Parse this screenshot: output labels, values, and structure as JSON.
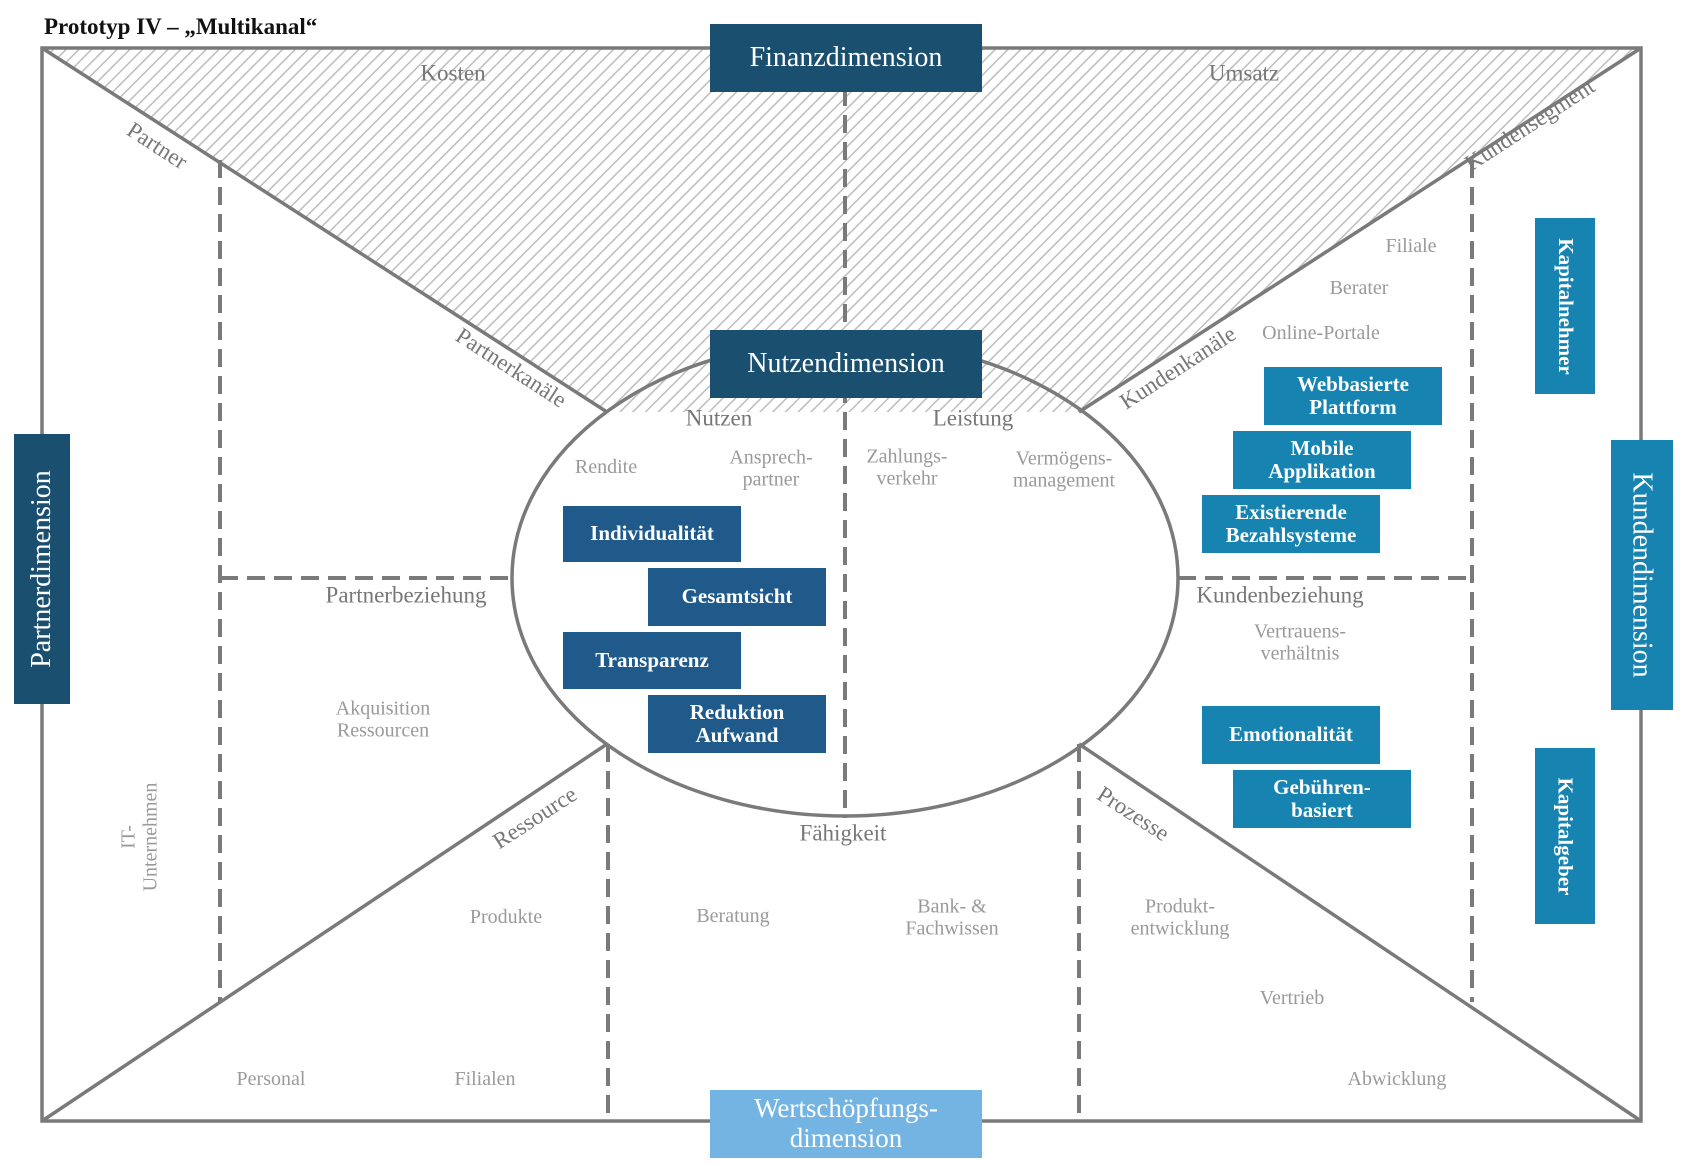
{
  "title": "Prototyp IV – „Multikanal“",
  "colors": {
    "dimension_dark": "#1a4f70",
    "dimension_teal": "#1783b1",
    "dimension_light": "#74b4e3",
    "box_dark": "#1f5a8a",
    "box_teal": "#1783b1",
    "lines": "#7a7a7a"
  },
  "dimensions": {
    "finanz": "Finanzdimension",
    "nutzen": "Nutzendimension",
    "partner": "Partnerdimension",
    "kunden": "Kundendimension",
    "wertschoepfung_line1": "Wertschöpfungs-",
    "wertschoepfung_line2": "dimension"
  },
  "finance": {
    "kosten": "Kosten",
    "umsatz": "Umsatz"
  },
  "partner": {
    "partner": "Partner",
    "partnerkanaele": "Partnerkanäle",
    "partnerbeziehung": "Partnerbeziehung",
    "akquisition": "Akquisition",
    "ressourcen": "Ressourcen",
    "it_line1": "IT-",
    "it_line2": "Unternehmen"
  },
  "nutzen": {
    "nutzen_heading": "Nutzen",
    "leistung_heading": "Leistung",
    "rendite": "Rendite",
    "ansprech_line1": "Ansprech-",
    "ansprech_line2": "partner",
    "zahlungs_line1": "Zahlungs-",
    "zahlungs_line2": "verkehr",
    "vermoegens_line1": "Vermögens-",
    "vermoegens_line2": "management",
    "boxes": {
      "individualitaet": "Individualität",
      "gesamtsicht": "Gesamtsicht",
      "transparenz": "Transparenz",
      "reduktion_line1": "Reduktion",
      "reduktion_line2": "Aufwand"
    }
  },
  "kunden": {
    "kundensegment": "Kundensegment",
    "kundenkanaele": "Kundenkanäle",
    "filiale": "Filiale",
    "berater": "Berater",
    "online_portale": "Online-Portale",
    "kundenbeziehung": "Kundenbeziehung",
    "vertrauens_line1": "Vertrauens-",
    "vertrauens_line2": "verhältnis",
    "boxes": {
      "webbasierte_line1": "Webbasierte",
      "webbasierte_line2": "Plattform",
      "mobile_line1": "Mobile",
      "mobile_line2": "Applikation",
      "existierende_line1": "Existierende",
      "existierende_line2": "Bezahlsysteme",
      "emotionalitaet": "Emotionalität",
      "gebuehren_line1": "Gebühren-",
      "gebuehren_line2": "basiert",
      "kapitalnehmer": "Kapitalnehmer",
      "kapitalgeber": "Kapitalgeber"
    }
  },
  "wertschoepfung": {
    "ressource": "Ressource",
    "faehigkeit": "Fähigkeit",
    "prozesse": "Prozesse",
    "produkte": "Produkte",
    "personal": "Personal",
    "filialen": "Filialen",
    "beratung": "Beratung",
    "bank_line1": "Bank- &",
    "bank_line2": "Fachwissen",
    "produkt_line1": "Produkt-",
    "produkt_line2": "entwicklung",
    "vertrieb": "Vertrieb",
    "abwicklung": "Abwicklung"
  }
}
